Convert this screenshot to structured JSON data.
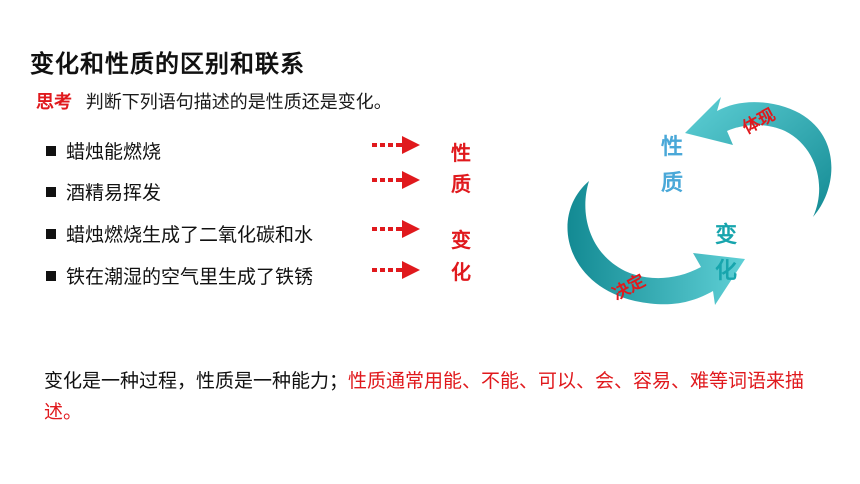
{
  "title": "变化和性质的区别和联系",
  "prompt": {
    "label": "思考",
    "text": "判断下列语句描述的是性质还是变化。"
  },
  "items": [
    {
      "text": "蜡烛能燃烧"
    },
    {
      "text": "酒精易挥发"
    },
    {
      "text": "蜡烛燃烧生成了二氧化碳和水"
    },
    {
      "text": "铁在潮湿的空气里生成了铁锈"
    }
  ],
  "answers": {
    "property": {
      "char1": "性",
      "char2": "质"
    },
    "change": {
      "char1": "变",
      "char2": "化"
    }
  },
  "diagram": {
    "node_property": {
      "char1": "性",
      "char2": "质"
    },
    "node_change": {
      "char1": "变",
      "char2": "化"
    },
    "arrow_top_label": "体现",
    "arrow_bottom_label": "决定"
  },
  "summary": {
    "black_part": "变化是一种过程，性质是一种能力；",
    "red_part": "性质通常用能、不能、可以、会、容易、难等词语来描述。"
  },
  "colors": {
    "accent_red": "#e0191d",
    "teal": "#17a5ad",
    "light_blue": "#4aa8d8",
    "arrow_gradient_dark": "#138a93",
    "arrow_gradient_light": "#5fd0d6"
  }
}
